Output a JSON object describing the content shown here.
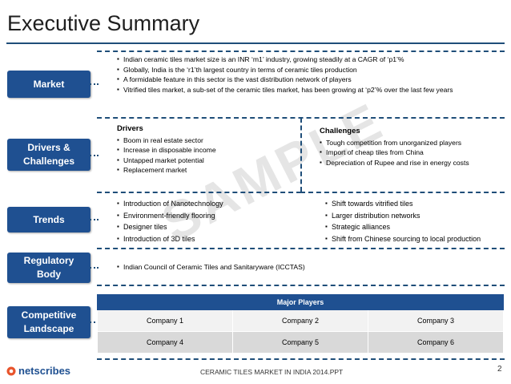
{
  "title": "Executive Summary",
  "sections": {
    "market": {
      "label": "Market",
      "bullets": [
        "Indian ceramic tiles market size is an INR ‘m1’ industry, growing steadily at a CAGR of ‘p1’%",
        "Globally, India is the ‘r1’th largest country in terms of ceramic tiles production",
        "A formidable feature in this sector is the vast distribution network of players",
        "Vitrified tiles market, a sub-set of the ceramic tiles market, has been growing at ‘p2’% over the last few years"
      ]
    },
    "drivers": {
      "label_line1": "Drivers &",
      "label_line2": "Challenges",
      "drivers_heading": "Drivers",
      "drivers": [
        "Boom in real estate sector",
        "Increase in disposable income",
        "Untapped market potential",
        "Replacement market"
      ],
      "challenges_heading": "Challenges",
      "challenges": [
        "Tough competition from unorganized players",
        "Import of cheap tiles from China",
        "Depreciation of Rupee and rise in energy costs"
      ]
    },
    "trends": {
      "label": "Trends",
      "left": [
        "Introduction of Nanotechnology",
        "Environment-friendly flooring",
        "Designer tiles",
        "Introduction of 3D tiles"
      ],
      "right": [
        "Shift towards vitrified tiles",
        "Larger distribution networks",
        "Strategic alliances",
        "Shift from Chinese sourcing to local production"
      ]
    },
    "regulatory": {
      "label_line1": "Regulatory",
      "label_line2": "Body",
      "bullets": [
        "Indian Council of Ceramic Tiles and Sanitaryware (ICCTAS)"
      ]
    },
    "competitive": {
      "label_line1": "Competitive",
      "label_line2": "Landscape",
      "table_header": "Major Players",
      "rows": [
        [
          "Company 1",
          "Company 2",
          "Company 3"
        ],
        [
          "Company 4",
          "Company 5",
          "Company 6"
        ]
      ]
    }
  },
  "watermark": "SAMPLE",
  "footer": {
    "logo_text": "netscribes",
    "doc_title": "CERAMIC TILES MARKET IN INDIA 2014.PPT",
    "page_number": "2"
  },
  "colors": {
    "accent": "#1f5091",
    "rule": "#1f4e79"
  }
}
